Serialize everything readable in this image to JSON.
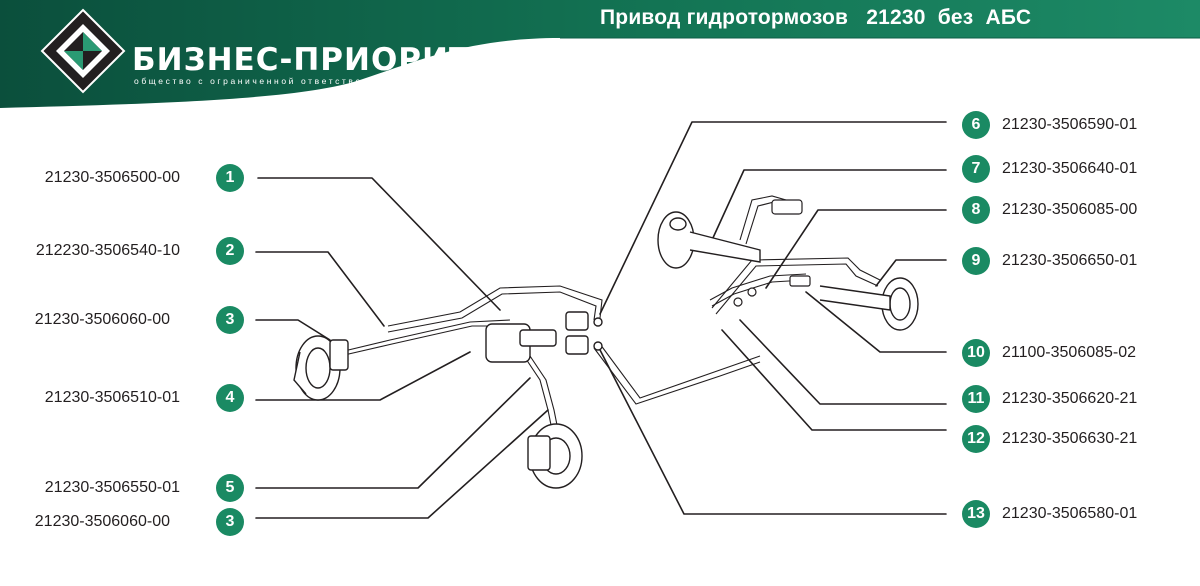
{
  "header": {
    "title": "Привод гидротормозов   21230  без  АБС",
    "brand_name": "БИЗНЕС-ПРИОРИТЕТ",
    "brand_tagline": "общество с ограниченной ответственностью"
  },
  "colors": {
    "band_dark": "#0f5c46",
    "band_light": "#1f8a68",
    "badge": "#1a8a63",
    "line": "#231f20",
    "logo_dark": "#231f20"
  },
  "callouts_left": [
    {
      "number": "1",
      "code": "21230-3506500-00"
    },
    {
      "number": "2",
      "code": "212230-3506540-10"
    },
    {
      "number": "3",
      "code": "21230-3506060-00"
    },
    {
      "number": "4",
      "code": "21230-3506510-01"
    },
    {
      "number": "5",
      "code": "21230-3506550-01"
    },
    {
      "number": "3",
      "code": "21230-3506060-00"
    }
  ],
  "callouts_right": [
    {
      "number": "6",
      "code": "21230-3506590-01"
    },
    {
      "number": "7",
      "code": "21230-3506640-01"
    },
    {
      "number": "8",
      "code": "21230-3506085-00"
    },
    {
      "number": "9",
      "code": "21230-3506650-01"
    },
    {
      "number": "10",
      "code": "21100-3506085-02"
    },
    {
      "number": "11",
      "code": "21230-3506620-21"
    },
    {
      "number": "12",
      "code": "21230-3506630-21"
    },
    {
      "number": "13",
      "code": "21230-3506580-01"
    }
  ]
}
